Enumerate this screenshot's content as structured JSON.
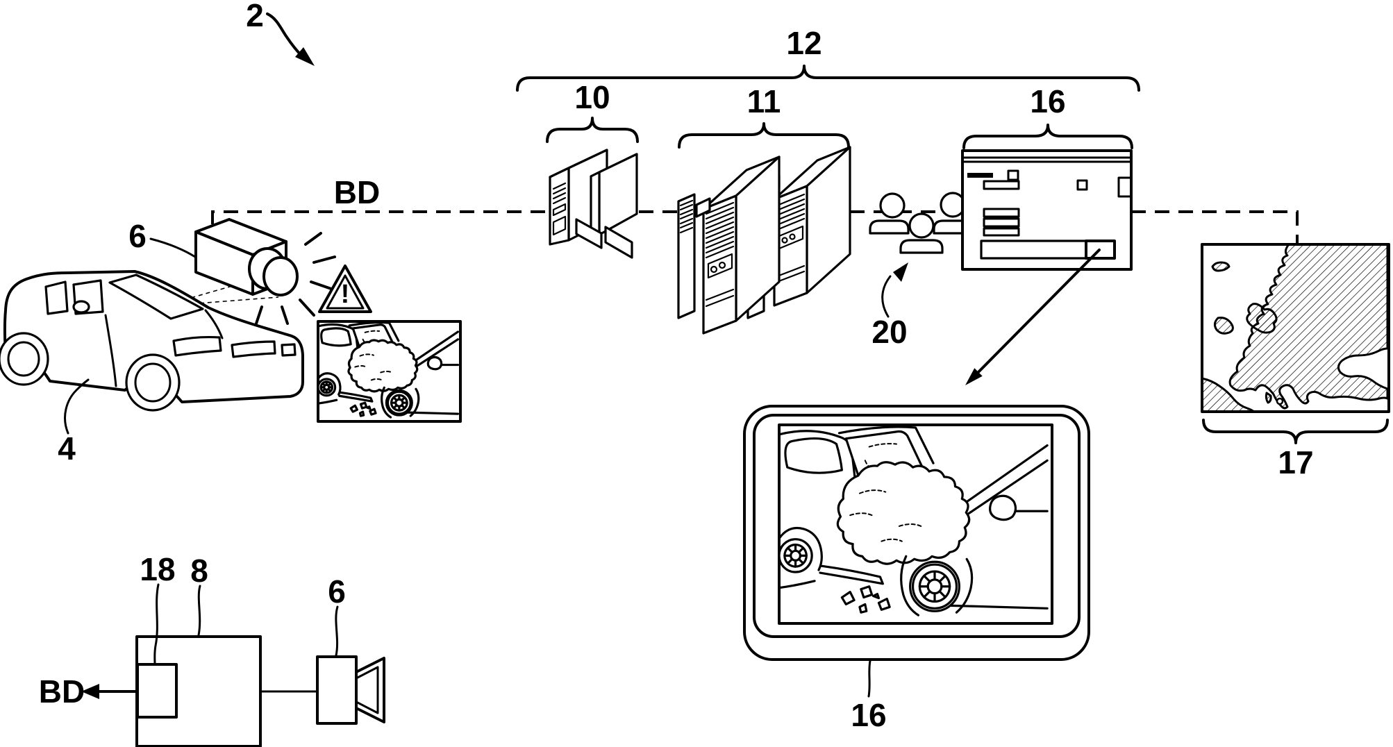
{
  "figure": {
    "type": "patent-line-drawing",
    "colors": {
      "ink": "#000000",
      "paper": "#ffffff"
    },
    "labels": {
      "system": "2",
      "vehicle": "4",
      "vehicle_camera": "6",
      "backend_group": "12",
      "computer": "10",
      "servers": "11",
      "analysis_window": "16",
      "operators": "20",
      "map": "17",
      "bus_top": "BD",
      "warning_mark": "!",
      "interface_box": "18",
      "control_box": "8",
      "camera_unit": "6",
      "bus_bottom": "BD",
      "tablet": "16"
    }
  }
}
